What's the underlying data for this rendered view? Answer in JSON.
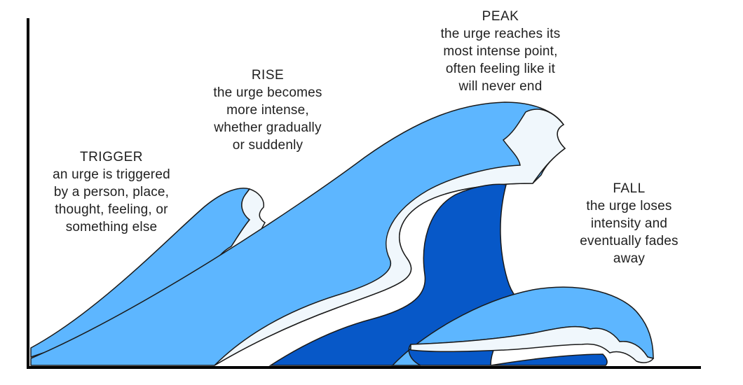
{
  "stages": {
    "trigger": {
      "title": "TRIGGER",
      "description": "an urge is triggered\nby a person, place,\nthought, feeling, or\nsomething else"
    },
    "rise": {
      "title": "RISE",
      "description": "the urge becomes\nmore intense,\nwhether gradually\nor suddenly"
    },
    "peak": {
      "title": "PEAK",
      "description": "the urge reaches its\nmost intense point,\noften feeling like it\nwill never end"
    },
    "fall": {
      "title": "FALL",
      "description": "the urge loses\nintensity and\neventually fades\naway"
    }
  },
  "colors": {
    "light_blue": "#5db6ff",
    "dark_blue": "#0758c8",
    "foam": "#f0f7fc",
    "outline": "#1a1a1a",
    "axis": "#000000"
  }
}
